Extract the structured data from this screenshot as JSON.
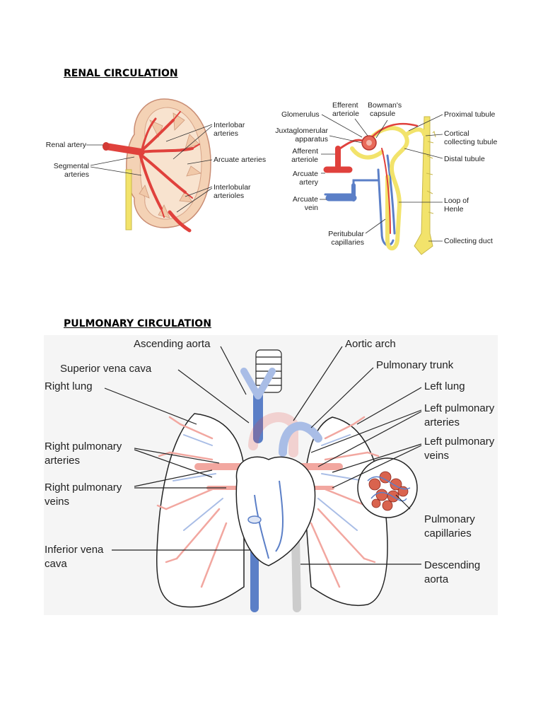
{
  "renal": {
    "heading": "RENAL CIRCULATION",
    "kidney_labels": {
      "renal_artery": "Renal artery",
      "segmental_1": "Segmental",
      "segmental_2": "arteries",
      "interlobar_1": "Interlobar",
      "interlobar_2": "arteries",
      "arcuate": "Arcuate arteries",
      "interlobular_1": "Interlobular",
      "interlobular_2": "arterioles"
    },
    "nephron_labels": {
      "efferent_1": "Efferent",
      "efferent_2": "arteriole",
      "bowman_1": "Bowman's",
      "bowman_2": "capsule",
      "glomerulus": "Glomerulus",
      "jga_1": "Juxtaglomerular",
      "jga_2": "apparatus",
      "afferent_1": "Afferent",
      "afferent_2": "arteriole",
      "arc_artery_1": "Arcuate",
      "arc_artery_2": "artery",
      "arc_vein_1": "Arcuate",
      "arc_vein_2": "vein",
      "peritubular_1": "Peritubular",
      "peritubular_2": "capillaries",
      "proximal": "Proximal tubule",
      "cortical_1": "Cortical",
      "cortical_2": "collecting tubule",
      "distal": "Distal tubule",
      "loop_1": "Loop of",
      "loop_2": "Henle",
      "collecting_duct": "Collecting duct"
    }
  },
  "pulmonary": {
    "heading": "PULMONARY CIRCULATION",
    "labels": {
      "ascending_aorta": "Ascending aorta",
      "aortic_arch": "Aortic arch",
      "svc": "Superior vena cava",
      "pulm_trunk": "Pulmonary trunk",
      "right_lung": "Right lung",
      "left_lung": "Left lung",
      "left_pa_1": "Left pulmonary",
      "left_pa_2": "arteries",
      "right_pa_1": "Right pulmonary",
      "right_pa_2": "arteries",
      "left_pv_1": "Left pulmonary",
      "left_pv_2": "veins",
      "right_pv_1": "Right pulmonary",
      "right_pv_2": "veins",
      "pulm_cap_1": "Pulmonary",
      "pulm_cap_2": "capillaries",
      "ivc_1": "Inferior vena",
      "ivc_2": "cava",
      "desc_aorta_1": "Descending",
      "desc_aorta_2": "aorta"
    }
  },
  "colors": {
    "artery": "#e0413c",
    "vein": "#5b7fc7",
    "tubule": "#f2e36b",
    "kidney_tissue": "#f4d2b5",
    "pulm_artery": "#f2a7a0",
    "pulm_vein": "#a9bde6"
  }
}
